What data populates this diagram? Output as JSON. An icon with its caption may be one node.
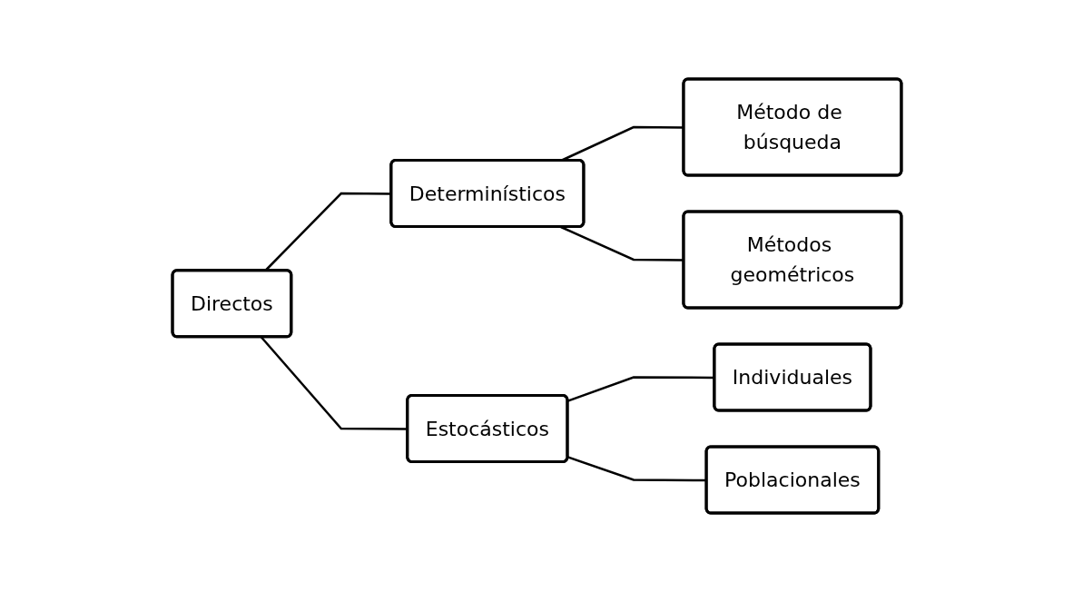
{
  "diagram": {
    "nodes": [
      {
        "text": [
          "Directos"
        ]
      },
      {
        "text": [
          "Determinísticos"
        ]
      },
      {
        "text": [
          "Estocásticos"
        ]
      },
      {
        "text": [
          "Método de búsqueda"
        ]
      },
      {
        "text": [
          "Métodos geométricos"
        ]
      },
      {
        "text": [
          "Individuales"
        ]
      },
      {
        "text": [
          "Poblacionales"
        ]
      }
    ],
    "edges": [
      {
        "from": 0,
        "to": 1,
        "arrow": "none"
      },
      {
        "from": 0,
        "to": 2,
        "arrow": "none"
      },
      {
        "from": 1,
        "to": 3,
        "arrow": "none"
      },
      {
        "from": 1,
        "to": 4,
        "arrow": "none"
      },
      {
        "from": 2,
        "to": 5,
        "arrow": "none"
      },
      {
        "from": 2,
        "to": 6,
        "arrow": "none"
      }
    ]
  }
}
